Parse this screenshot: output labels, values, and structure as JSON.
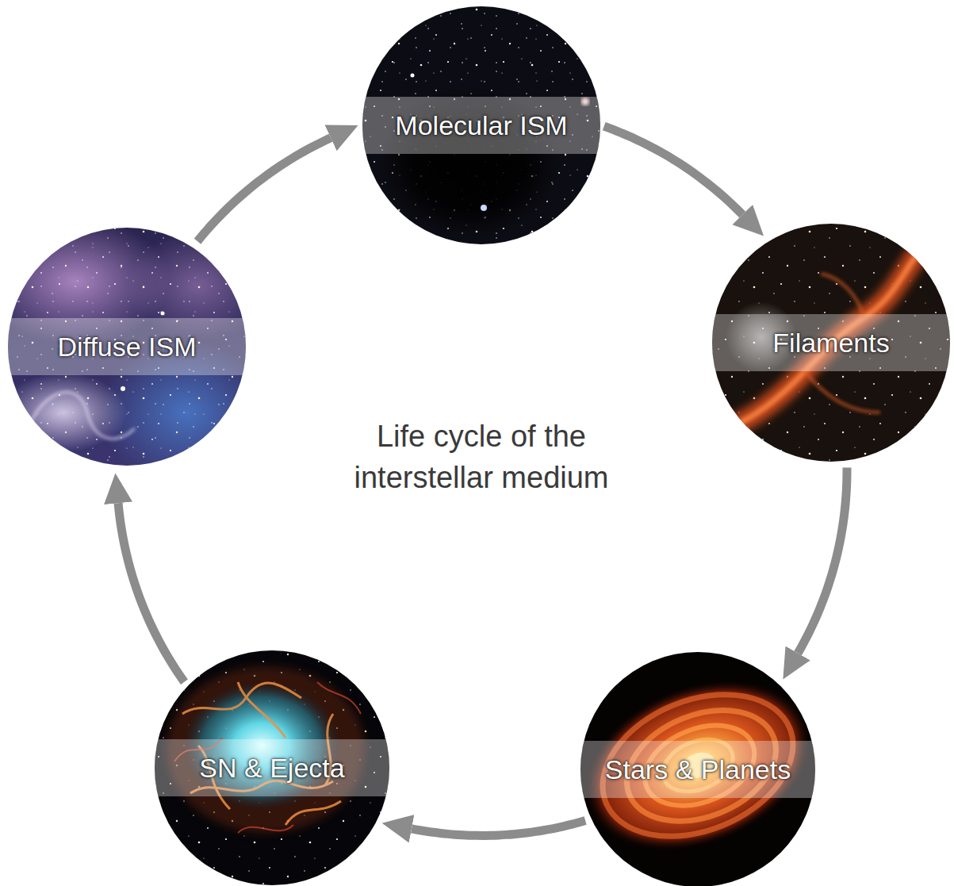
{
  "diagram": {
    "title": "Life cycle of the interstellar medium",
    "nodes": [
      {
        "text": [
          "Molecular ISM"
        ]
      },
      {
        "text": [
          "Filaments"
        ]
      },
      {
        "text": [
          "Stars & Planets"
        ]
      },
      {
        "text": [
          "SN & Ejecta"
        ]
      },
      {
        "text": [
          "Diffuse ISM"
        ]
      }
    ],
    "edges": [
      {
        "from": 0,
        "to": 1,
        "arrow": "to"
      },
      {
        "from": 1,
        "to": 2,
        "arrow": "to"
      },
      {
        "from": 2,
        "to": 3,
        "arrow": "to"
      },
      {
        "from": 3,
        "to": 4,
        "arrow": "to"
      },
      {
        "from": 4,
        "to": 0,
        "arrow": "to"
      }
    ]
  }
}
